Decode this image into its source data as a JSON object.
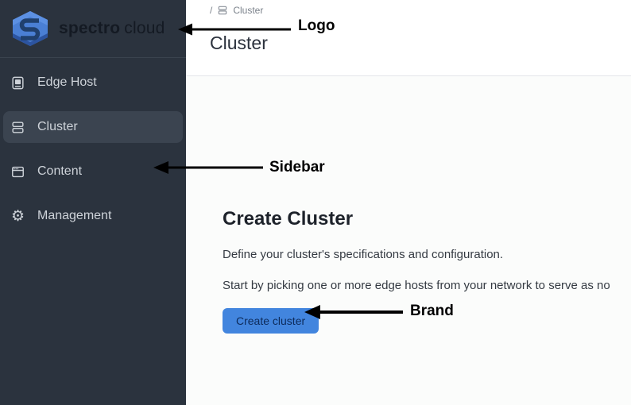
{
  "brand": {
    "name_primary": "spectro",
    "name_secondary": "cloud",
    "logo_icon": "spectro-cloud-hexagon-s-logo"
  },
  "sidebar": {
    "items": [
      {
        "label": "Edge Host",
        "icon": "edge-host-icon",
        "active": false
      },
      {
        "label": "Cluster",
        "icon": "cluster-icon",
        "active": true
      },
      {
        "label": "Content",
        "icon": "content-icon",
        "active": false
      },
      {
        "label": "Management",
        "icon": "gear-icon",
        "active": false
      }
    ]
  },
  "header": {
    "breadcrumb": {
      "separator": "/",
      "icon": "cluster-icon",
      "item": "Cluster"
    },
    "title": "Cluster"
  },
  "main": {
    "heading": "Create Cluster",
    "description_line1": "Define your cluster's specifications and configuration.",
    "description_line2": "Start by picking one or more edge hosts from your network to serve as no",
    "create_button_label": "Create cluster"
  },
  "annotations": [
    {
      "label": "Logo"
    },
    {
      "label": "Sidebar"
    },
    {
      "label": "Brand"
    }
  ],
  "colors": {
    "sidebar_bg": "#2b333e",
    "sidebar_active_bg": "#3b4450",
    "sidebar_text": "#ced3d9",
    "accent_button_blue": "#4285de",
    "button_text": "#0d2b5b",
    "logo_blue": "#4a7fd4",
    "logo_dark_blue": "#20406e",
    "annotation_black": "#000000"
  }
}
